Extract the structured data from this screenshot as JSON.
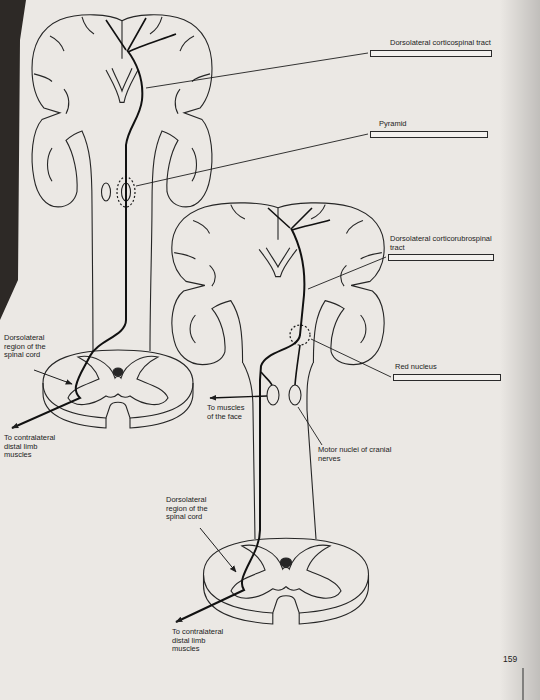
{
  "diagram": {
    "nodes": [
      {
        "text": [
          "Dorsolateral corticospinal tract"
        ]
      },
      {
        "text": [
          "Pyramid"
        ]
      },
      {
        "text": [
          "Dorsolateral corticorubrospinal tract"
        ]
      },
      {
        "text": [
          "Red nucleus"
        ]
      }
    ],
    "labels": [
      "Dorsolateral region of the spinal cord",
      "To contralateral distal limb muscles",
      "To muscles of the face",
      "Motor nuclei of cranial nerves",
      "Dorsolateral region of the spinal cord",
      "To contralateral distal limb muscles",
      "159"
    ]
  }
}
